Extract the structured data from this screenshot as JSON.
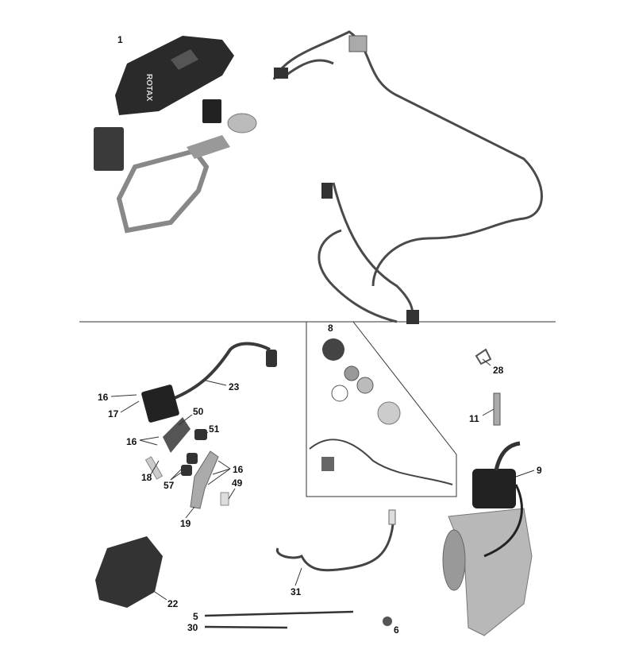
{
  "callouts": [
    "1",
    "8",
    "28",
    "11",
    "9",
    "23",
    "16",
    "17",
    "50",
    "16",
    "51",
    "16",
    "18",
    "57",
    "49",
    "19",
    "22",
    "31",
    "5",
    "30",
    "6"
  ],
  "cover_logo_text": "ROTAX",
  "colors": {
    "part_dark": "#2a2a2a",
    "part_mid": "#7a7a7a",
    "part_light": "#c8c8c8",
    "wire": "#4a4a4a",
    "line": "#333333"
  }
}
